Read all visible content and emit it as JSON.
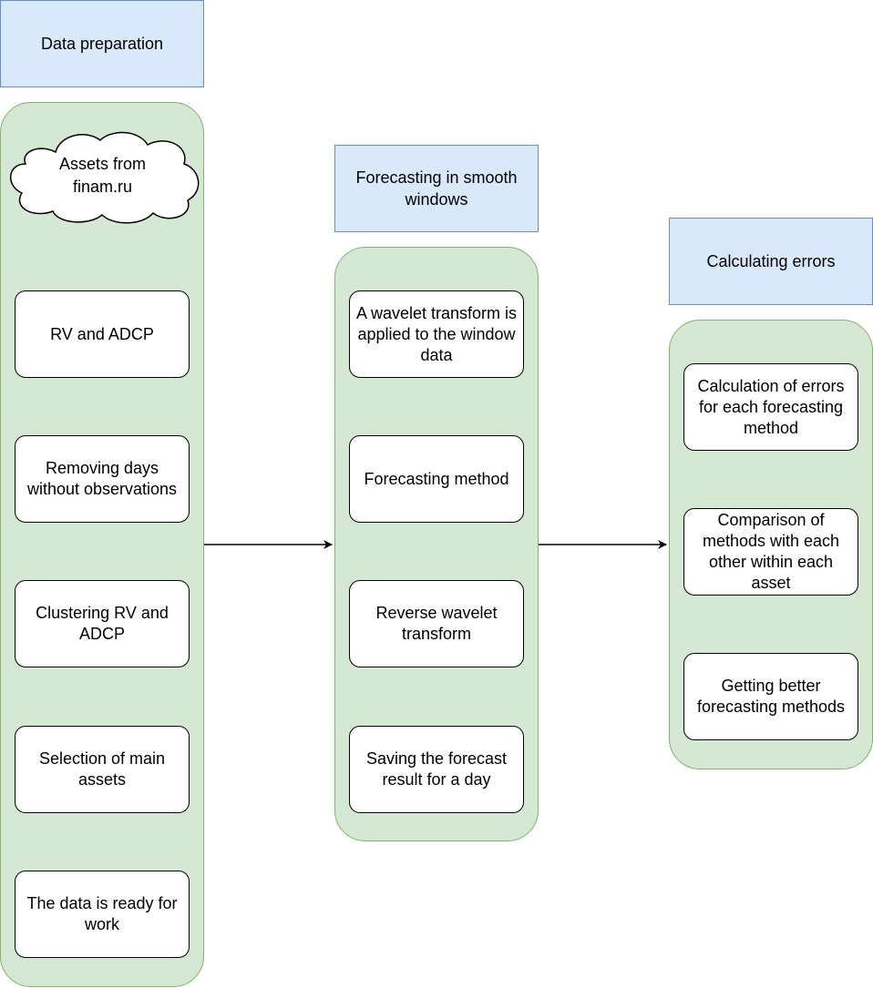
{
  "colors": {
    "header_fill": "#dae8fc",
    "header_stroke": "#6c8ebf",
    "lane_fill": "#d5e8d4",
    "lane_stroke": "#82b366",
    "node_fill": "#ffffff",
    "node_stroke": "#000000"
  },
  "columns": [
    {
      "header": "Data preparation",
      "source": "Assets from finam.ru",
      "steps": [
        "RV and ADCP",
        "Removing days without observations",
        "Clustering RV and ADCP",
        "Selection of main assets",
        "The data is ready for work"
      ]
    },
    {
      "header": "Forecasting in smooth windows",
      "steps": [
        "A wavelet transform is applied to the window data",
        "Forecasting method",
        "Reverse wavelet transform",
        "Saving the forecast result for a day"
      ]
    },
    {
      "header": "Calculating errors",
      "steps": [
        "Calculation of errors for each forecasting method",
        "Comparison of methods with each other within each asset",
        "Getting better forecasting methods"
      ]
    }
  ]
}
